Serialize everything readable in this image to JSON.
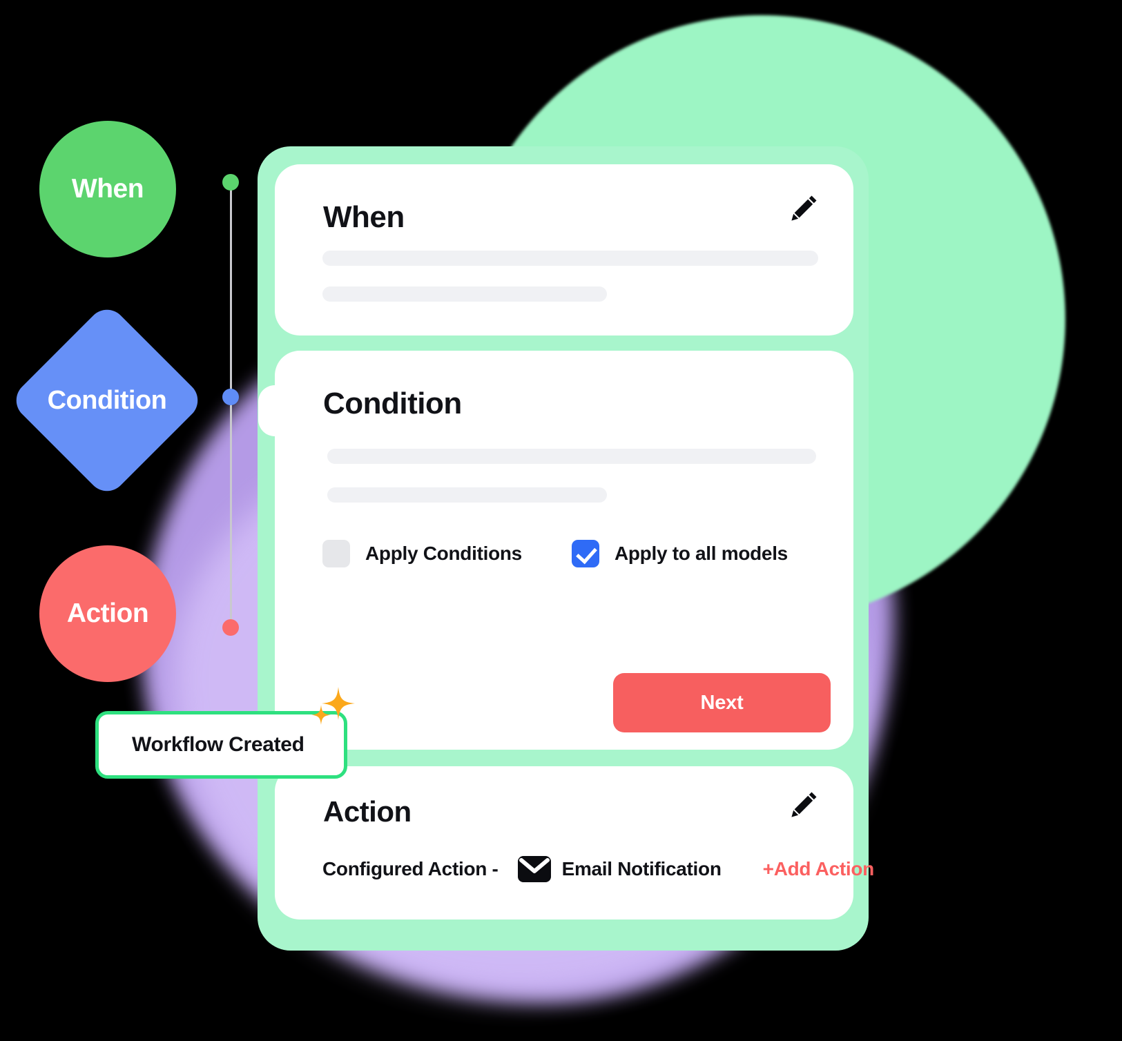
{
  "palette": {
    "green": "#5CD46E",
    "blue": "#6690F7",
    "red": "#FB6B6B",
    "mint_panel": "#A8F5CC",
    "blob_green": "#9DF5C4",
    "blob_purple": "#C4A8FA",
    "toast_border": "#2EE07F",
    "checkbox_checked": "#2F6BF6",
    "checkbox_unchecked": "#E6E7EA",
    "next_button": "#F75F5F",
    "add_action": "#FB6060",
    "sparkle": "#FBA81B",
    "skeleton": "#F0F1F4",
    "text": "#111217",
    "background": "#000000"
  },
  "legend_shapes": [
    {
      "label": "When",
      "shape": "circle",
      "color": "#5CD46E"
    },
    {
      "label": "Condition",
      "shape": "diamond",
      "color": "#6690F7"
    },
    {
      "label": "Action",
      "shape": "circle",
      "color": "#FB6B6B"
    }
  ],
  "connector": {
    "dots": [
      {
        "name": "when-dot",
        "color": "#5CD46E"
      },
      {
        "name": "condition-dot",
        "color": "#5F8CF6"
      },
      {
        "name": "action-dot",
        "color": "#FB6B6B"
      }
    ]
  },
  "cards": {
    "when": {
      "title": "When",
      "edit_icon": "pencil-icon",
      "skeleton_lines": 2
    },
    "condition": {
      "title": "Condition",
      "skeleton_lines": 2,
      "checkboxes": [
        {
          "label": "Apply Conditions",
          "checked": false
        },
        {
          "label": "Apply to all models",
          "checked": true
        }
      ],
      "primary_button": "Next"
    },
    "action": {
      "title": "Action",
      "edit_icon": "pencil-icon",
      "configured_prefix": "Configured Action -",
      "configured_icon": "envelope-icon",
      "configured_name": "Email Notification",
      "add_action_label": "+Add Action"
    }
  },
  "toast": {
    "message": "Workflow Created",
    "decoration": "sparkles-icon"
  }
}
